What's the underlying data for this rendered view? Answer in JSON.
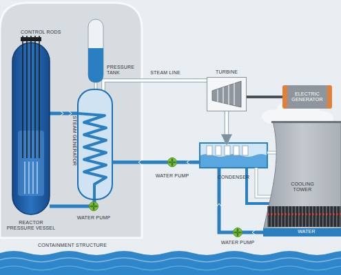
{
  "diagram": {
    "nodes": [
      {
        "text": [
          "TURBINE"
        ]
      },
      {
        "text": [
          "ELECTRIC GENERATOR"
        ]
      },
      {
        "text": [
          "CONDENSER"
        ]
      },
      {
        "text": [
          "COOLING TOWER"
        ]
      }
    ],
    "edges": [
      {
        "from": 0,
        "to": 1,
        "arrow": "none"
      },
      {
        "from": 0,
        "to": 2,
        "arrow": "to"
      }
    ],
    "labels": [
      "CONTROL RODS",
      "PRESSURE TANK",
      "STEAM LINE",
      "STEAM GENERATOR",
      "WATER PUMP",
      "WATER PUMP",
      "REACTOR PRESSURE VESSEL",
      "CONTAINMENT STRUCTURE",
      "WATER PUMP",
      "WATER"
    ]
  }
}
